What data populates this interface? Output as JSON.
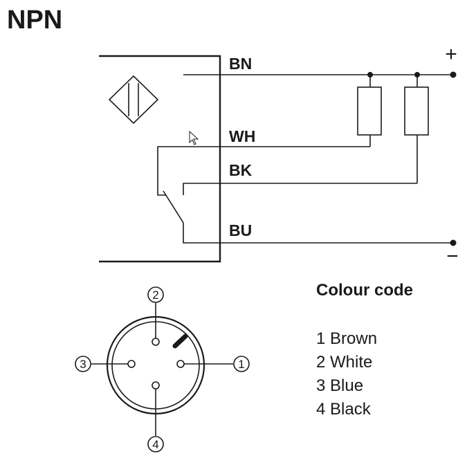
{
  "title": "NPN",
  "wires": {
    "bn": "BN",
    "wh": "WH",
    "bk": "BK",
    "bu": "BU"
  },
  "supply": {
    "plus": "+",
    "minus": "−"
  },
  "connector": {
    "pins": [
      {
        "number": "1"
      },
      {
        "number": "2"
      },
      {
        "number": "3"
      },
      {
        "number": "4"
      }
    ]
  },
  "legend": {
    "heading": "Colour code",
    "items": [
      "1 Brown",
      "2 White",
      "3 Blue",
      "4 Black"
    ]
  }
}
